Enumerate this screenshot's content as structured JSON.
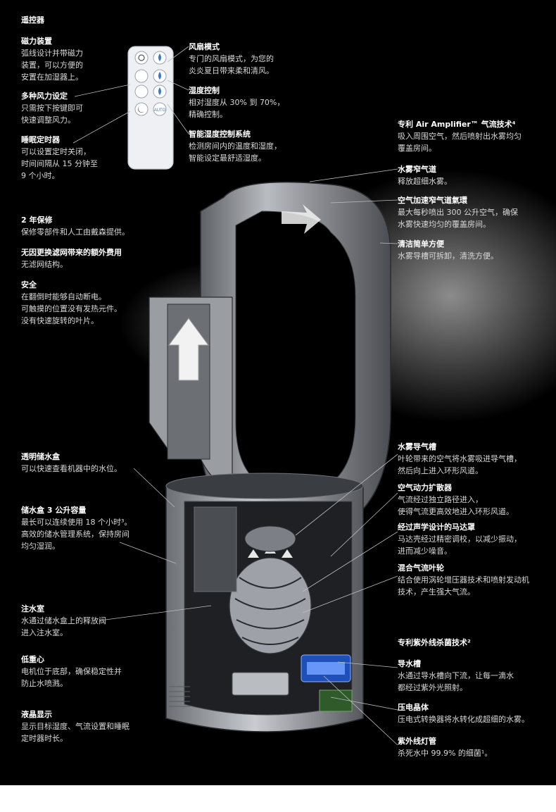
{
  "remote_section_title": "遥控器",
  "remote_buttons": [
    "power-icon",
    "drop-icon",
    "drop-icon",
    "drop-icon",
    "drop-icon",
    "moon-icon",
    "AUTO"
  ],
  "left_labels": [
    {
      "title": "磁力装置",
      "desc": "弧线设计并带磁力\n装置，可以方便的\n安置在加湿器上。"
    },
    {
      "title": "多种风力设定",
      "desc": "只需按下按键即可\n快速调整风力。"
    },
    {
      "title": "睡眠定时器",
      "desc": "可以设置定时关闭，\n时间间隔从 15 分钟至\n9 个小时。"
    },
    {
      "title": "2 年保修",
      "desc": "保修零部件和人工由戴森提供。"
    },
    {
      "title": "无因更换滤网带来的额外费用",
      "desc": "无滤网结构。"
    },
    {
      "title": "安全",
      "desc": "在翻倒时能够自动断电。\n可触摸的位置没有发热元件。\n没有快速旋转的叶片。"
    },
    {
      "title": "透明储水盒",
      "desc": "可以快速查看机器中的水位。"
    },
    {
      "title": "储水盒 3 公升容量",
      "desc": "最长可以连续使用 18 个小时³。\n高效的储水管理系统，保持房间\n均匀湿润。"
    },
    {
      "title": "注水室",
      "desc": "水通过储水盒上的释放阀\n进入注水室。"
    },
    {
      "title": "低重心",
      "desc": "电机位于底部，确保稳定性并\n防止水喷溅。"
    },
    {
      "title": "液晶显示",
      "desc": "显示目标湿度、气流设置和睡眠\n定时器时长。"
    }
  ],
  "remote_right_labels": [
    {
      "title": "风扇模式",
      "desc": "专门的风扇模式，为您的\n炎炎夏日带来柔和清风。"
    },
    {
      "title": "湿度控制",
      "desc": "相对湿度从 30% 到 70%，\n精确控制。"
    },
    {
      "title": "智能湿度控制系统",
      "desc": "检测房间内的温度和湿度，\n智能设定最舒适湿度。"
    }
  ],
  "right_labels": [
    {
      "title": "专利 Air Amplifier™ 气流技术⁴",
      "desc": "吸入周围空气，然后喷射出水雾均匀\n覆盖房间。"
    },
    {
      "title": "水雾窄气道",
      "desc": "释放超细水雾。"
    },
    {
      "title": "空气加速窄气道氣環",
      "desc": "最大每秒喷出 300 公升空气，确保\n水雾快速均匀的覆盖房间。"
    },
    {
      "title": "清洁简单方便",
      "desc": "水雾导槽可拆卸，清洗方便。"
    },
    {
      "title": "水雾导气槽",
      "desc": "叶轮带来的空气将水雾吸进导气槽，\n然后向上进入环形风道。"
    },
    {
      "title": "空气动力扩散器",
      "desc": "气流经过独立路径进入，\n使得气流更高效地进入环形风道。"
    },
    {
      "title": "经过声学设计的马达罩",
      "desc": "马达壳经过精密调校，以减少振动，\n进而减少噪音。"
    },
    {
      "title": "混合气流叶轮",
      "desc": "结合使用涡轮增压器技术和喷射发动机\n技术，产生强大气流。"
    },
    {
      "title": "专利紫外线杀菌技术²",
      "desc": ""
    },
    {
      "title": "导水槽",
      "desc": "水通过导水槽向下流，让每一滴水\n都经过紫外光照射。"
    },
    {
      "title": "压电晶体",
      "desc": "压电式转换器将水转化成超细的水雾。"
    },
    {
      "title": "紫外线灯管",
      "desc": "杀死水中 99.9% 的细菌¹。"
    }
  ]
}
